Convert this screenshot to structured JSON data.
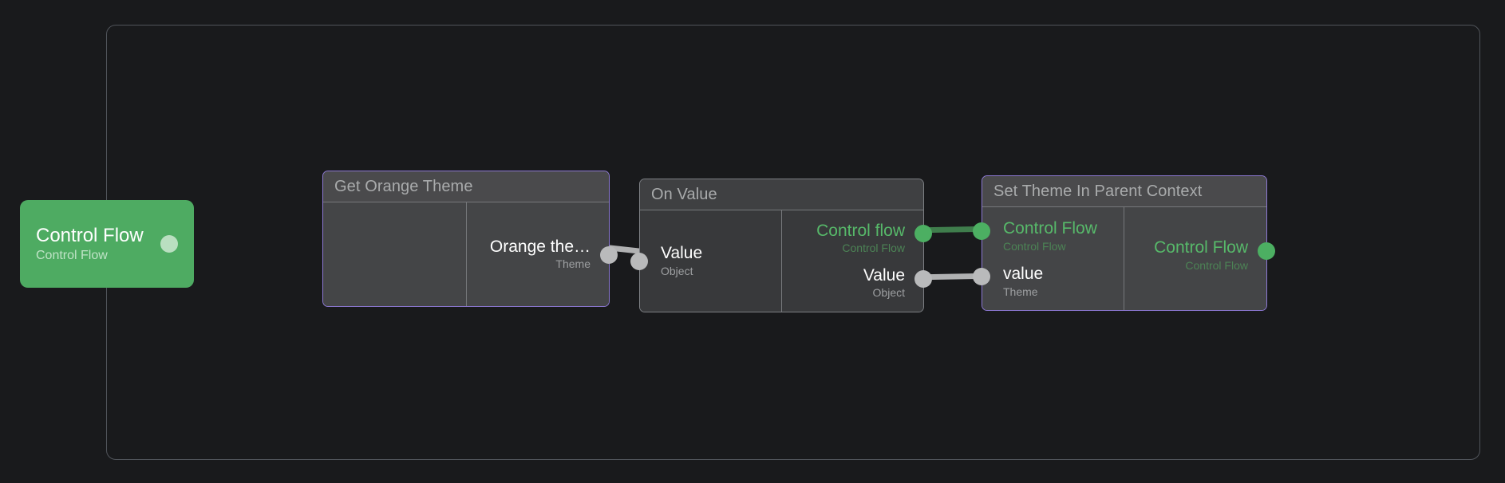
{
  "canvas": {
    "background": "#191a1c",
    "frame_border_color": "#50545a"
  },
  "colors": {
    "green_accent": "#4caf62",
    "green_text": "#57b96a",
    "green_text_dim": "#4c8355",
    "purple_border": "#8d79d4",
    "gray_border": "#7c7f83",
    "node_body": "#444547",
    "node_header": "#4a4a4c",
    "wire_data": "#b0b1b2",
    "wire_control": "#3f7d4c",
    "port_dot_gray": "#b9babb"
  },
  "nodes": {
    "control_flow_source": {
      "name": "Control Flow",
      "type": "Control Flow",
      "port_dot": "output-port-dot"
    },
    "get_orange_theme": {
      "title": "Get Orange Theme",
      "inputs": [],
      "outputs": [
        {
          "name": "Orange the…",
          "type": "Theme",
          "accent": "gray"
        }
      ]
    },
    "on_value": {
      "title": "On Value",
      "inputs": [
        {
          "name": "Value",
          "type": "Object",
          "accent": "gray"
        }
      ],
      "outputs": [
        {
          "name": "Control flow",
          "type": "Control Flow",
          "accent": "green"
        },
        {
          "name": "Value",
          "type": "Object",
          "accent": "gray"
        }
      ]
    },
    "set_theme_in_parent_context": {
      "title": "Set Theme In Parent Context",
      "inputs": [
        {
          "name": "Control Flow",
          "type": "Control Flow",
          "accent": "green"
        },
        {
          "name": "value",
          "type": "Theme",
          "accent": "gray"
        }
      ],
      "outputs": [
        {
          "name": "Control Flow",
          "type": "Control Flow",
          "accent": "green"
        }
      ]
    }
  },
  "connections": [
    {
      "id": "theme-to-onvalue",
      "from": "get_orange_theme.Orange the…",
      "to": "on_value.Value",
      "kind": "data"
    },
    {
      "id": "controlflow-to-settheme",
      "from": "on_value.Control flow",
      "to": "set_theme_in_parent_context.Control Flow",
      "kind": "control"
    },
    {
      "id": "value-to-settheme",
      "from": "on_value.Value",
      "to": "set_theme_in_parent_context.value",
      "kind": "data"
    }
  ]
}
